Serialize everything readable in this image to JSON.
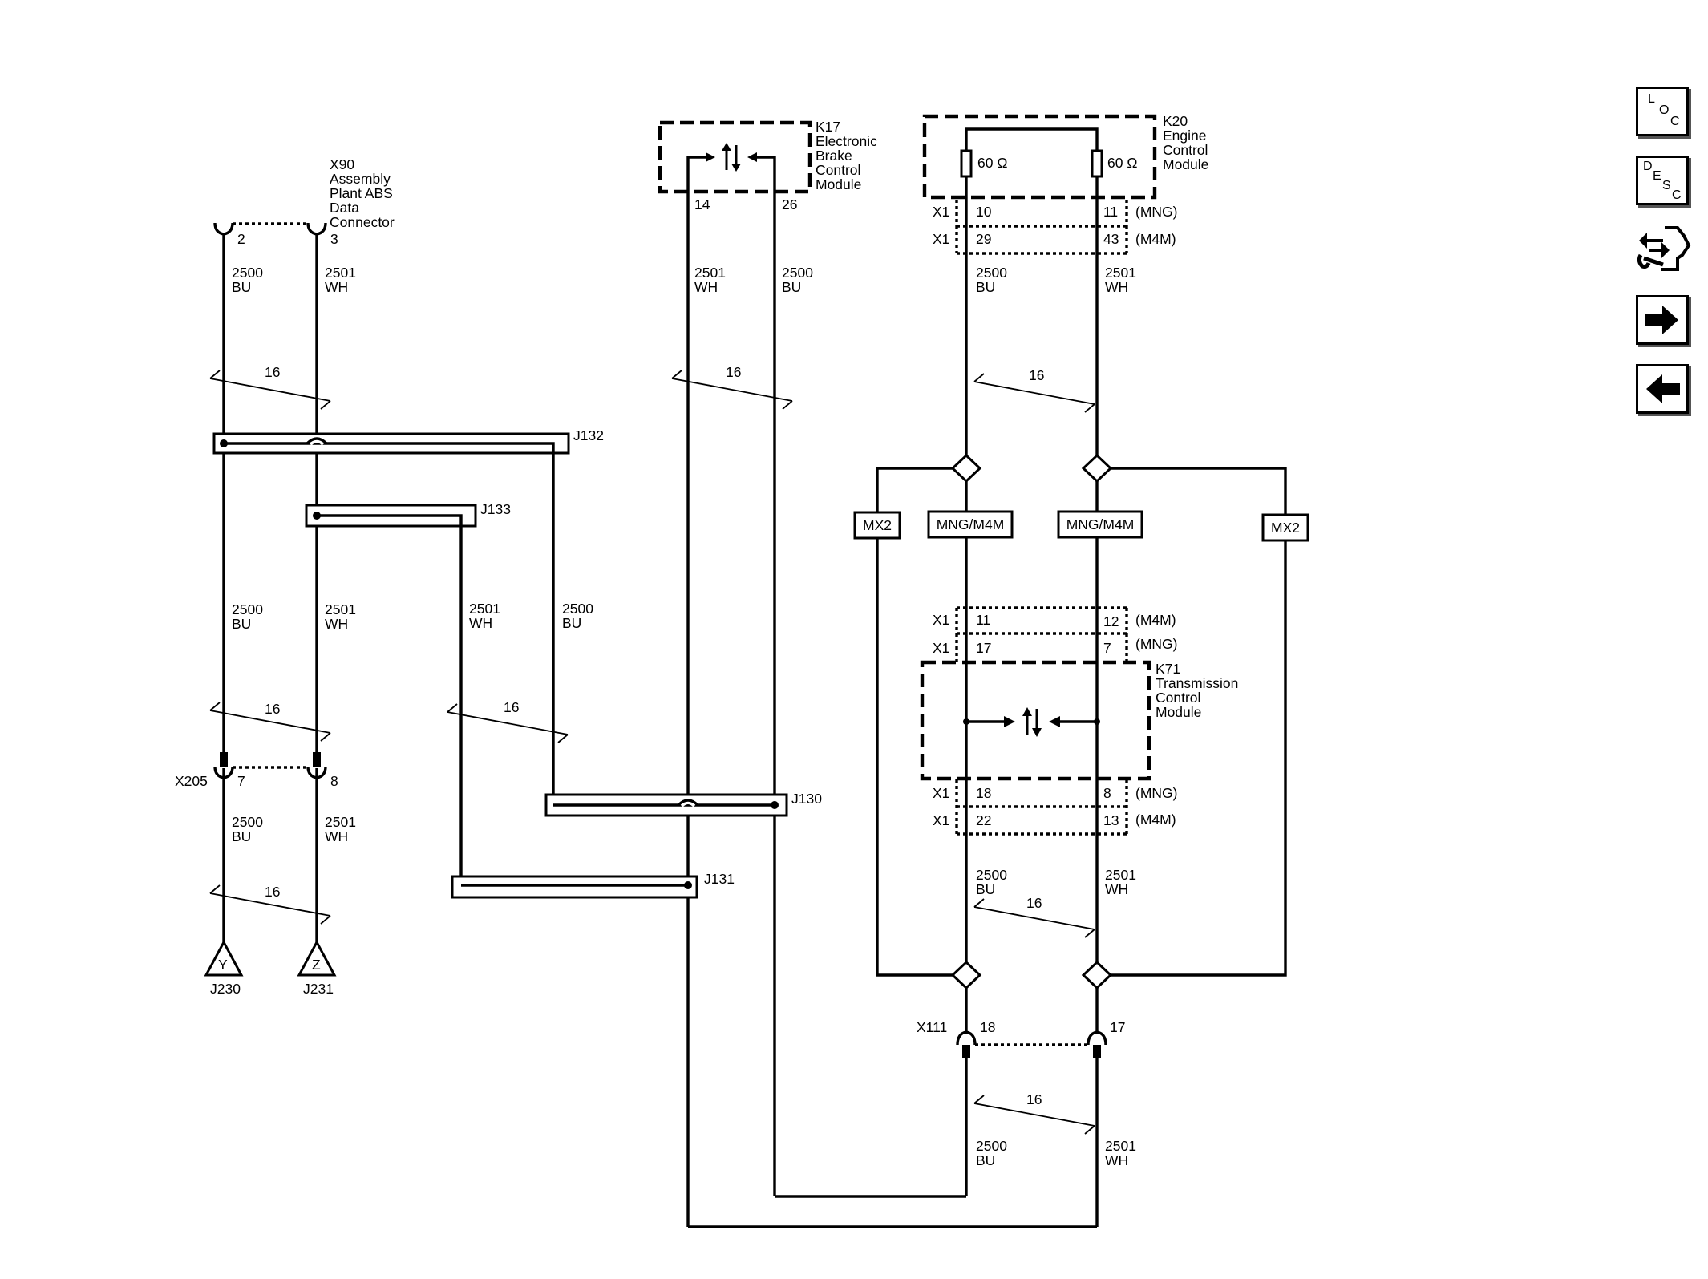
{
  "modules": {
    "x90": {
      "ref": "X90",
      "name_lines": [
        "Assembly",
        "Plant ABS",
        "Data",
        "Connector"
      ],
      "pins": [
        "2",
        "3"
      ]
    },
    "k17": {
      "ref": "K17",
      "name_lines": [
        "Electronic",
        "Brake",
        "Control",
        "Module"
      ],
      "pins": [
        "14",
        "26"
      ]
    },
    "k20": {
      "ref": "K20",
      "name_lines": [
        "Engine",
        "Control",
        "Module"
      ],
      "resistor": "60 Ω",
      "x1_rows": [
        {
          "conn": "X1",
          "left": "10",
          "right": "11",
          "variant": "(MNG)"
        },
        {
          "conn": "X1",
          "left": "29",
          "right": "43",
          "variant": "(M4M)"
        }
      ]
    },
    "k71": {
      "ref": "K71",
      "name_lines": [
        "Transmission",
        "Control",
        "Module"
      ],
      "x1_top_rows": [
        {
          "conn": "X1",
          "left": "11",
          "right": "12",
          "variant": "(M4M)"
        },
        {
          "conn": "X1",
          "left": "17",
          "right": "7",
          "variant": "(MNG)"
        }
      ],
      "x1_bottom_rows": [
        {
          "conn": "X1",
          "left": "18",
          "right": "8",
          "variant": "(MNG)"
        },
        {
          "conn": "X1",
          "left": "22",
          "right": "13",
          "variant": "(M4M)"
        }
      ]
    }
  },
  "connectors": {
    "x205": {
      "ref": "X205",
      "pins": [
        "7",
        "8"
      ]
    },
    "x111": {
      "ref": "X111",
      "pins": [
        "18",
        "17"
      ]
    }
  },
  "splices": {
    "j132": "J132",
    "j133": "J133",
    "j130": "J130",
    "j131": "J131"
  },
  "terminals": [
    {
      "ref": "J230",
      "letter": "Y"
    },
    {
      "ref": "J231",
      "letter": "Z"
    }
  ],
  "wire_labels": {
    "bu": {
      "circuit": "2500",
      "color": "BU"
    },
    "wh": {
      "circuit": "2501",
      "color": "WH"
    }
  },
  "twist_label": "16",
  "options": {
    "mx2": "MX2",
    "mng_m4m": "MNG/M4M"
  },
  "nav": [
    {
      "name": "loc-button",
      "letters": [
        "L",
        "O",
        "C"
      ]
    },
    {
      "name": "desc-button",
      "letters": [
        "D",
        "E",
        "S",
        "C"
      ]
    },
    {
      "name": "connector-end-view-button",
      "icon": "connector-wrench-icon"
    },
    {
      "name": "next-page-button",
      "icon": "arrow-right-icon"
    },
    {
      "name": "previous-page-button",
      "icon": "arrow-left-icon"
    }
  ]
}
